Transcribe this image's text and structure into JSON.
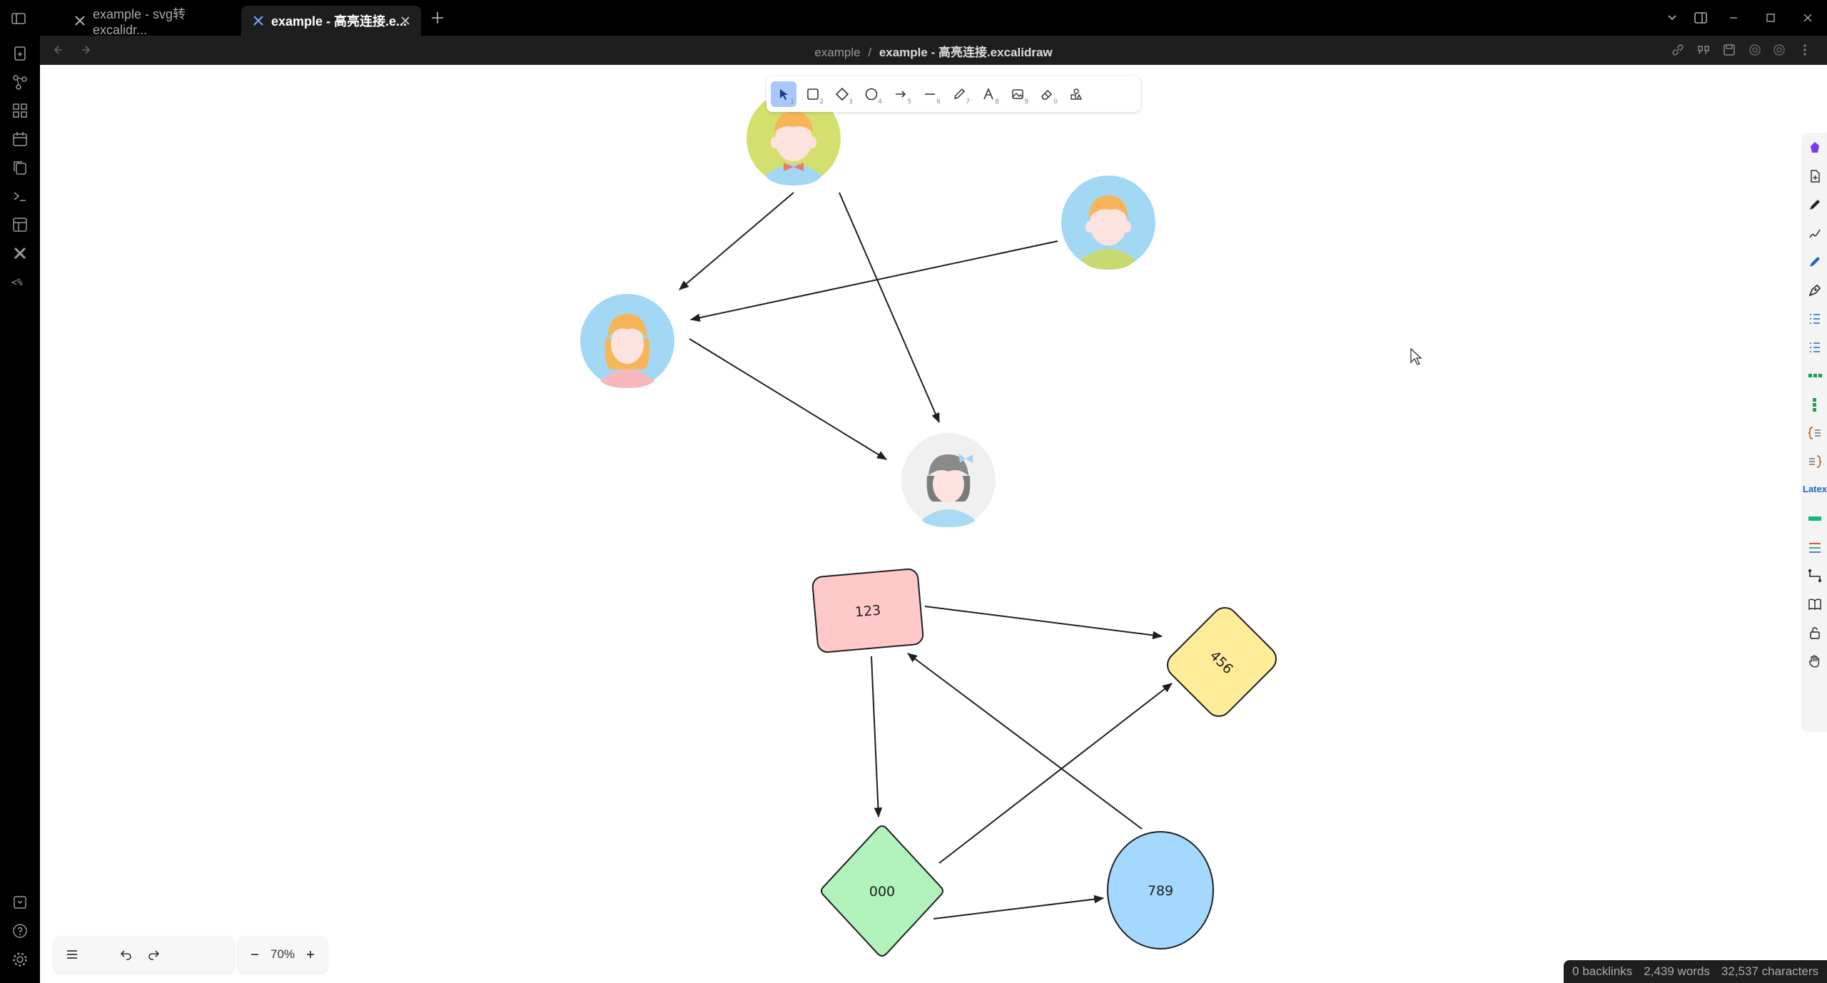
{
  "tabs": [
    {
      "title": "example - svg转excalidr...",
      "active": false
    },
    {
      "title": "example - 高亮连接.e...",
      "active": true
    }
  ],
  "breadcrumb": {
    "folder": "example",
    "separator": "/",
    "file": "example - 高亮连接.excalidraw"
  },
  "ribbon": {
    "items": [
      "open-quick-switcher",
      "graph-view",
      "command-palette",
      "daily-notes",
      "templates",
      "terminal",
      "canvas",
      "excalidraw",
      "templater"
    ],
    "bottom_items": [
      "vault-switcher",
      "help",
      "settings"
    ]
  },
  "toolbar": {
    "tools": [
      {
        "name": "selection",
        "shortcut": "1",
        "active": true
      },
      {
        "name": "rectangle",
        "shortcut": "2"
      },
      {
        "name": "diamond",
        "shortcut": "3"
      },
      {
        "name": "ellipse",
        "shortcut": "4"
      },
      {
        "name": "arrow",
        "shortcut": "5"
      },
      {
        "name": "line",
        "shortcut": "6"
      },
      {
        "name": "draw",
        "shortcut": "7"
      },
      {
        "name": "text",
        "shortcut": "8"
      },
      {
        "name": "image",
        "shortcut": "9"
      },
      {
        "name": "eraser",
        "shortcut": "0"
      },
      {
        "name": "more-tools",
        "shortcut": ""
      }
    ]
  },
  "diagram": {
    "shapes": [
      {
        "id": "node-123",
        "type": "rectangle",
        "label": "123",
        "fill": "#ffc9c9"
      },
      {
        "id": "node-456",
        "type": "rectangle-rotated",
        "label": "456",
        "fill": "#ffec99"
      },
      {
        "id": "node-000",
        "type": "diamond",
        "label": "000",
        "fill": "#b2f2bb"
      },
      {
        "id": "node-789",
        "type": "ellipse",
        "label": "789",
        "fill": "#a5d8ff"
      }
    ],
    "avatars": [
      {
        "id": "avatar-boy-top",
        "bg": "#d4e06e"
      },
      {
        "id": "avatar-boy-right",
        "bg": "#a3d8f4"
      },
      {
        "id": "avatar-girl-left",
        "bg": "#a3d8f4"
      },
      {
        "id": "avatar-girl-center",
        "bg": "#f0f0f0"
      }
    ]
  },
  "zoom": {
    "level": "70%"
  },
  "status": {
    "backlinks": "0 backlinks",
    "words": "2,439 words",
    "characters": "32,537 characters"
  },
  "plugin_strip": {
    "latex_label": "Latex"
  },
  "colors": {
    "accent": "#a8c7fa",
    "canvas": "#ffffff",
    "chrome": "#000000"
  }
}
